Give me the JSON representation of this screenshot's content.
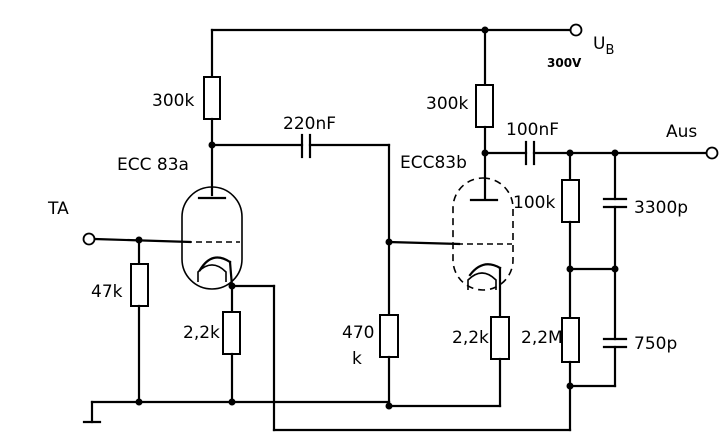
{
  "labels": {
    "supply_symbol": "U",
    "supply_subscript": "B",
    "supply_voltage": "300V",
    "input": "TA",
    "output": "Aus",
    "tube1": "ECC 83a",
    "tube2": "ECC83b",
    "r_anode1": "300k",
    "r_anode2": "300k",
    "c_coupling": "220nF",
    "c_output": "100nF",
    "r_grid1": "47k",
    "r_cathode1": "2,2k",
    "r_grid2_line1": "470",
    "r_grid2_line2": "k",
    "r_cathode2": "2,2k",
    "r_tone1": "100k",
    "r_tone2": "2,2M",
    "c_tone1": "3300p",
    "c_tone2": "750p"
  }
}
